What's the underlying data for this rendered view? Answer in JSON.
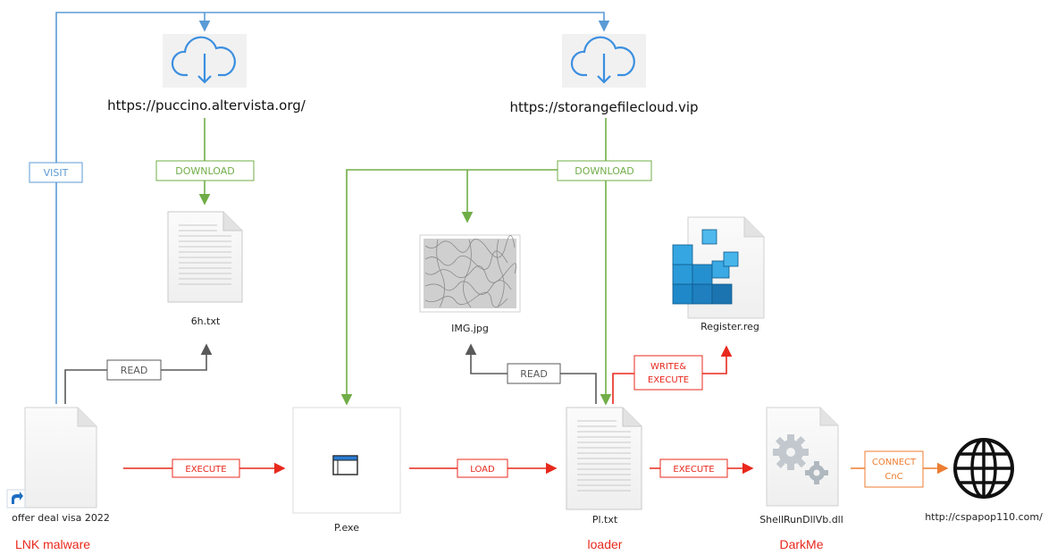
{
  "urls": {
    "left": "https://puccino.altervista.org/",
    "right": "https://storangefilecloud.vip",
    "cnc": "http://cspapop110.com/"
  },
  "files": {
    "lnk": "offer deal visa 2022",
    "sixh": "6h.txt",
    "img": "IMG.jpg",
    "register": "Register.reg",
    "pexe": "P.exe",
    "pltxt": "Pl.txt",
    "dll": "ShellRunDllVb.dll"
  },
  "roles": {
    "lnk": "LNK malware",
    "loader": "loader",
    "darkme": "DarkMe"
  },
  "tags": {
    "visit": "VISIT",
    "download_left": "DOWNLOAD",
    "download_right": "DOWNLOAD",
    "read_left": "READ",
    "read_right": "READ",
    "write_execute_line1": "WRITE&",
    "write_execute_line2": "EXECUTE",
    "execute_1": "EXECUTE",
    "load": "LOAD",
    "execute_2": "EXECUTE",
    "connect_line1": "CONNECT",
    "connect_line2": "CnC"
  },
  "colors": {
    "visit": "#5b9bd5",
    "download": "#70ad47",
    "read": "#595959",
    "execute": "#e8281c",
    "connect": "#ed7d31"
  }
}
